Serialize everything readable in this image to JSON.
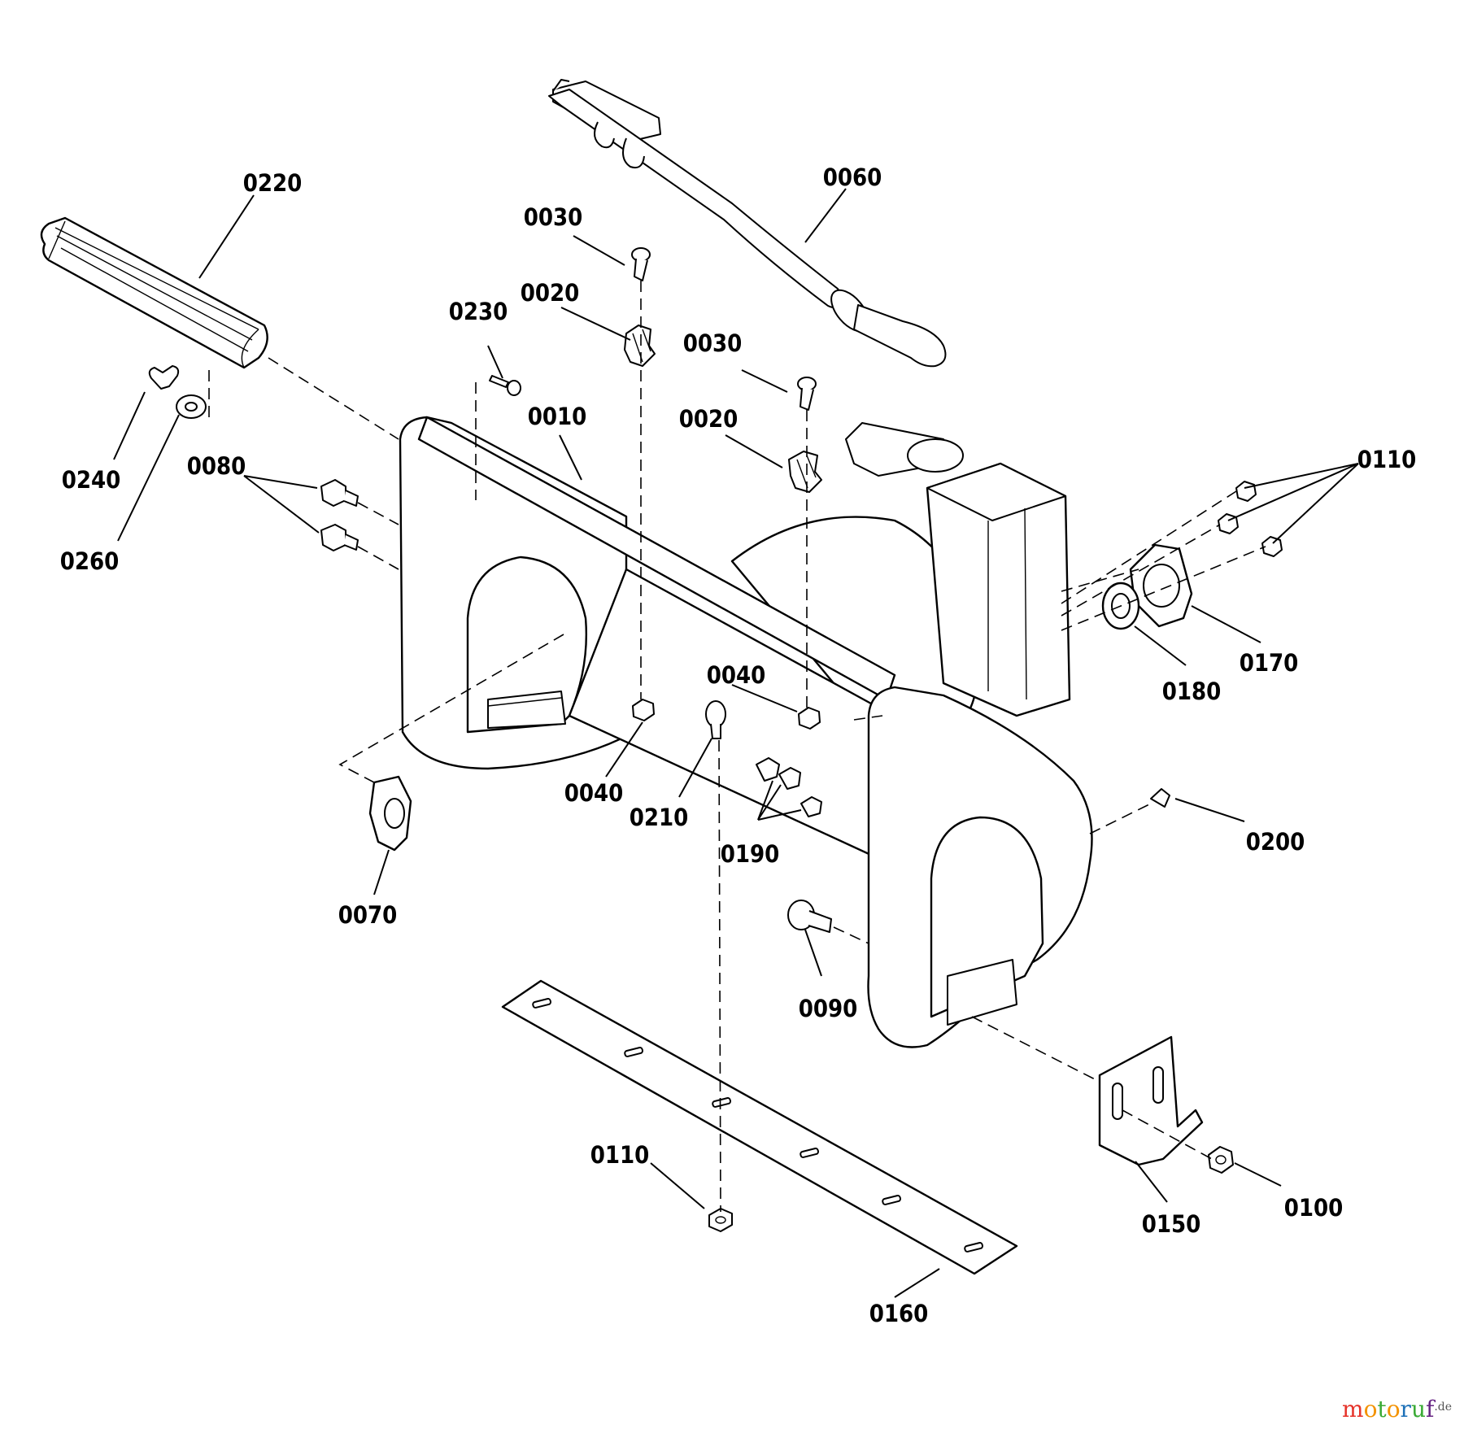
{
  "labels": [
    {
      "id": "0220",
      "text": "0220"
    },
    {
      "id": "0060",
      "text": "0060"
    },
    {
      "id": "0030a",
      "text": "0030"
    },
    {
      "id": "0020a",
      "text": "0020"
    },
    {
      "id": "0230",
      "text": "0230"
    },
    {
      "id": "0030b",
      "text": "0030"
    },
    {
      "id": "0010",
      "text": "0010"
    },
    {
      "id": "0020b",
      "text": "0020"
    },
    {
      "id": "0110a",
      "text": "0110"
    },
    {
      "id": "0240",
      "text": "0240"
    },
    {
      "id": "0080",
      "text": "0080"
    },
    {
      "id": "0260",
      "text": "0260"
    },
    {
      "id": "0170",
      "text": "0170"
    },
    {
      "id": "0180",
      "text": "0180"
    },
    {
      "id": "0040a",
      "text": "0040"
    },
    {
      "id": "0040b",
      "text": "0040"
    },
    {
      "id": "0210",
      "text": "0210"
    },
    {
      "id": "0190",
      "text": "0190"
    },
    {
      "id": "0200",
      "text": "0200"
    },
    {
      "id": "0070",
      "text": "0070"
    },
    {
      "id": "0090",
      "text": "0090"
    },
    {
      "id": "0110b",
      "text": "0110"
    },
    {
      "id": "0100",
      "text": "0100"
    },
    {
      "id": "0150",
      "text": "0150"
    },
    {
      "id": "0160",
      "text": "0160"
    }
  ],
  "watermark": {
    "text_main": "motoruf",
    "text_suffix": ".de",
    "colors": [
      "#e6332a",
      "#f39200",
      "#3aaa35",
      "#1d71b8",
      "#662483"
    ]
  }
}
